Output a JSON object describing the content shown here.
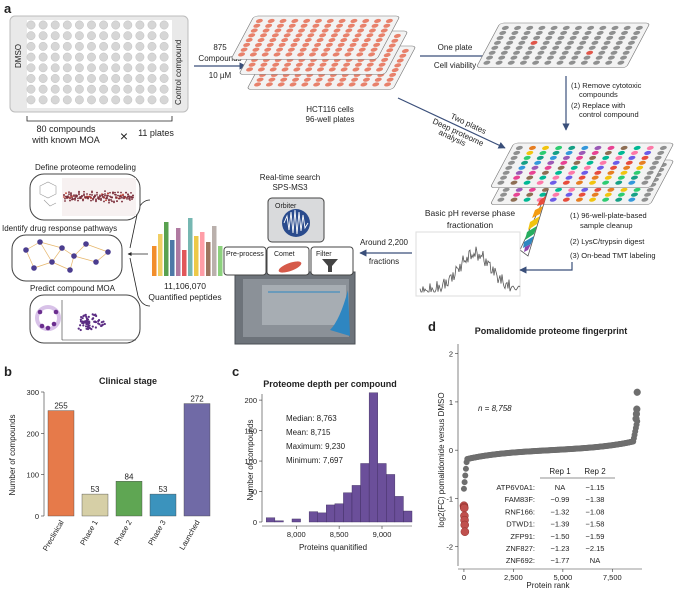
{
  "panel_labels": {
    "a": "a",
    "b": "b",
    "c": "c",
    "d": "d"
  },
  "panel_a": {
    "dmso": "DMSO",
    "control_compound": "Control compound",
    "compounds_line1": "80 compounds",
    "compounds_line2": "with known MOA",
    "times": "×",
    "plates": "11 plates",
    "treat_line1": "875",
    "treat_line2": "Compounds",
    "treat_line3": "10 µM",
    "cells_line1": "HCT116 cells",
    "cells_line2": "96-well plates",
    "one_plate": "One plate",
    "cell_viability": "Cell viability",
    "two_plates": "Two plates",
    "deep_line1": "Deep proteome",
    "deep_line2": "analysis",
    "remove_line1": "(1) Remove cytotoxic",
    "remove_line2": "compounds",
    "replace_line1": "(2) Replace with",
    "replace_line2": "control compound",
    "step1_line1": "(1) 96-well-plate-based",
    "step1_line2": "sample cleanup",
    "step2": "(2) LysC/trypsin digest",
    "step3": "(3) On-bead TMT labeling",
    "frac_line1": "Basic pH reverse phase",
    "frac_line2": "fractionation",
    "around_line1": "Around 2,200",
    "around_line2": "fractions",
    "rts_line1": "Real-time search",
    "rts_line2": "SPS-MS3",
    "orbiter": "Orbiter",
    "preprocess": "Pre-process",
    "comet": "Comet",
    "filter": "Filter",
    "peptides_line1": "11,106,070",
    "peptides_line2": "Quantified peptides",
    "define": "Define proteome remodeling",
    "identify": "Identify drug response pathways",
    "predict": "Predict compound MOA"
  },
  "colors": {
    "plate_red": "#e8816b",
    "plate_gray": "#8f9090",
    "plate_light": "#d9d9d9",
    "arrow": "#3a4f7a",
    "purple": "#6b4f9a"
  },
  "panel_b_chart": {
    "type": "bar",
    "title": "Clinical stage",
    "ylabel": "Number of compounds",
    "categories": [
      "Preclinical",
      "Phase 1",
      "Phase 2",
      "Phase 3",
      "Launched"
    ],
    "values": [
      255,
      53,
      84,
      53,
      272
    ],
    "colors": [
      "#e67a4a",
      "#d6cfa6",
      "#5fa653",
      "#3b93bd",
      "#706aa6"
    ],
    "ylim": [
      0,
      300
    ],
    "yticks": [
      0,
      100,
      200,
      300
    ]
  },
  "panel_c_chart": {
    "type": "bar",
    "title": "Proteome depth per compound",
    "xlabel": "Proteins quanitified",
    "ylabel": "Number of compounds",
    "bin_start": 7650,
    "bin_width": 100,
    "counts": [
      7,
      2,
      0,
      5,
      0,
      17,
      15,
      28,
      30,
      48,
      60,
      96,
      212,
      96,
      78,
      42,
      18
    ],
    "xlim": [
      7600,
      9350
    ],
    "ylim": [
      0,
      210
    ],
    "xticks": [
      8000,
      8500,
      9000
    ],
    "xtick_labels": [
      "8,000",
      "8,500",
      "9,000"
    ],
    "yticks": [
      0,
      50,
      100,
      150,
      200
    ],
    "color": "#6b4f9a",
    "stats": [
      "Median: 8,763",
      "Mean: 8,715",
      "Maximum: 9,230",
      "Minimum: 7,697"
    ]
  },
  "panel_d_chart": {
    "type": "scatter",
    "title": "Pomalidomide proteome fingerprint",
    "xlabel": "Protein rank",
    "ylabel": "log2(FC) pomalidomide versus DMSO",
    "n_label": "n = 8,758",
    "xlim": [
      -300,
      9000
    ],
    "ylim": [
      -2.4,
      2.2
    ],
    "xticks": [
      0,
      2500,
      5000,
      7500
    ],
    "xtick_labels": [
      "0",
      "2,500",
      "5,000",
      "7,500"
    ],
    "yticks": [
      -2,
      -1,
      0,
      1,
      2
    ],
    "point_color": "#6e6e6e",
    "highlight_color": "#c0504d",
    "table_header": [
      "Rep 1",
      "Rep 2"
    ],
    "table_rows": [
      {
        "gene": "ATP6V0A1:",
        "rep1": "NA",
        "rep2": "-1.15"
      },
      {
        "gene": "FAM83F:",
        "rep1": "-0.99",
        "rep2": "-1.38"
      },
      {
        "gene": "RNF166:",
        "rep1": "-1.32",
        "rep2": "-1.08"
      },
      {
        "gene": "DTWD1:",
        "rep1": "-1.39",
        "rep2": "-1.58"
      },
      {
        "gene": "ZFP91:",
        "rep1": "-1.50",
        "rep2": "-1.59"
      },
      {
        "gene": "ZNF827:",
        "rep1": "-1.23",
        "rep2": "-2.15"
      },
      {
        "gene": "ZNF692:",
        "rep1": "-1.77",
        "rep2": "NA"
      }
    ],
    "highlight_values": [
      -1.15,
      -1.18,
      -1.2,
      -1.36,
      -1.45,
      -1.55,
      -1.69
    ],
    "top_values": [
      1.2,
      0.85,
      0.75,
      0.65
    ]
  }
}
